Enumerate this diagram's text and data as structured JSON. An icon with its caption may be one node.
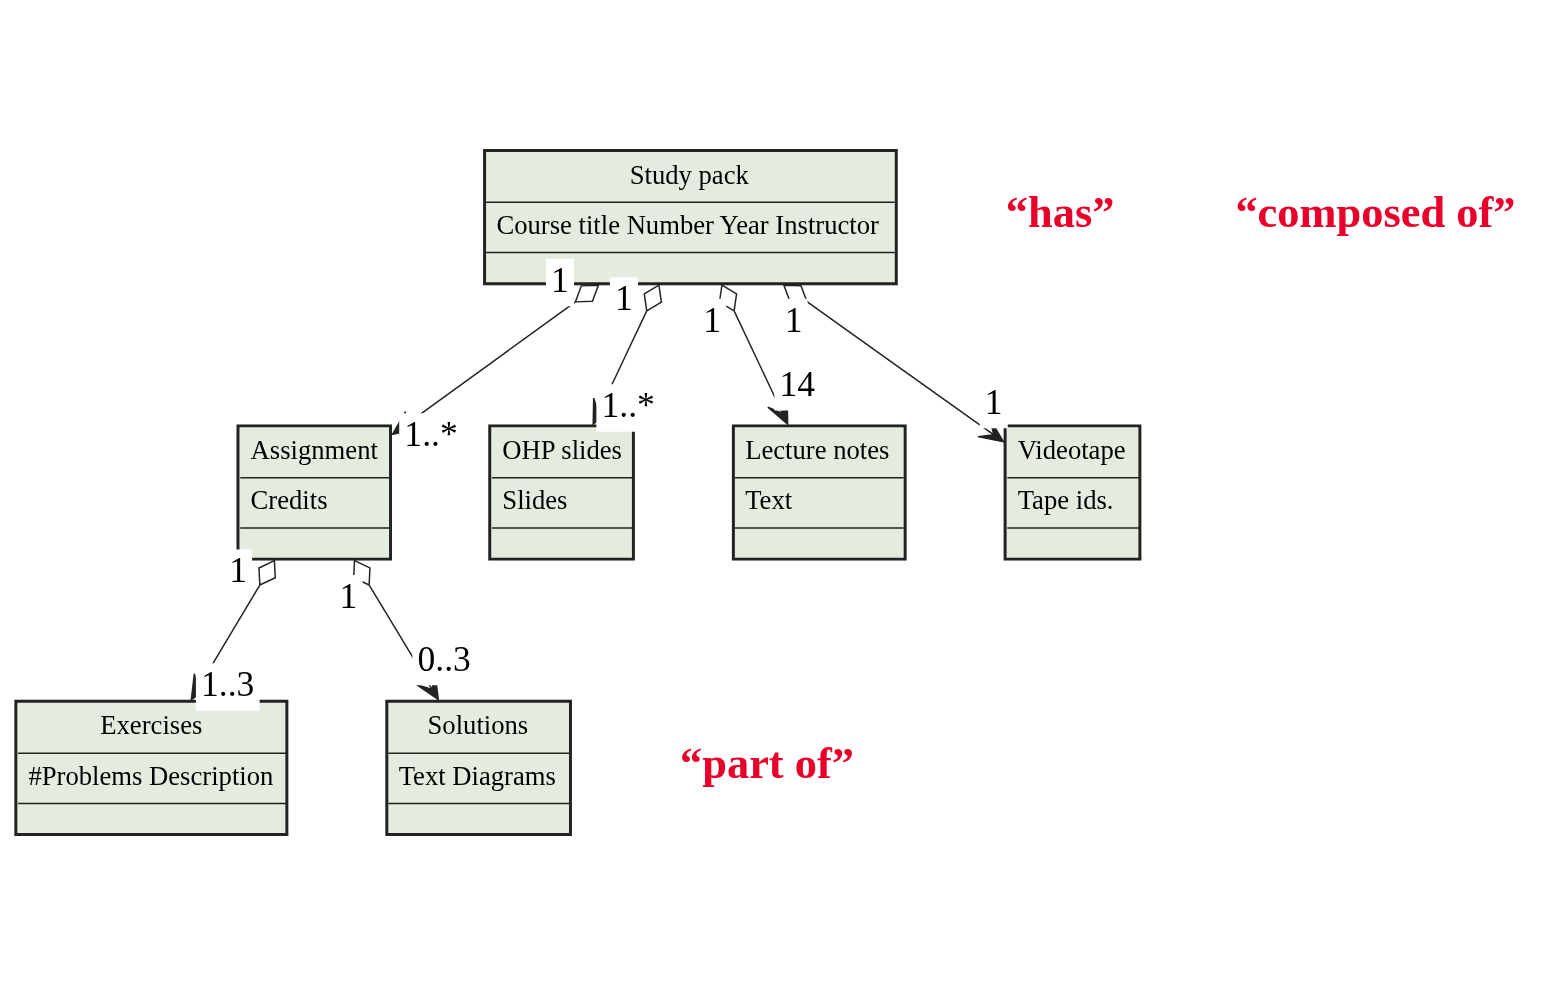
{
  "diagram": {
    "nodes": [
      {
        "text": [
          "Study pack",
          "Course title Number Year Instructor"
        ]
      },
      {
        "text": [
          "Assignment",
          "Credits"
        ]
      },
      {
        "text": [
          "OHP slides",
          "Slides"
        ]
      },
      {
        "text": [
          "Lecture notes",
          "Text"
        ]
      },
      {
        "text": [
          "Videotape",
          "Tape ids."
        ]
      },
      {
        "text": [
          "Exercises",
          "#Problems Description"
        ]
      },
      {
        "text": [
          "Solutions",
          "Text Diagrams"
        ]
      }
    ],
    "edges": [
      {
        "from": 0,
        "to": 1,
        "arrow": "to"
      },
      {
        "from": 0,
        "to": 2,
        "arrow": "to"
      },
      {
        "from": 0,
        "to": 3,
        "arrow": "to"
      },
      {
        "from": 0,
        "to": 4,
        "arrow": "to"
      },
      {
        "from": 1,
        "to": 5,
        "arrow": "to"
      },
      {
        "from": 1,
        "to": 6,
        "arrow": "to"
      }
    ],
    "labels": [
      "“has”",
      "“composed of”",
      "1",
      "1",
      "1",
      "1",
      "1..*",
      "1..*",
      "14",
      "1",
      "1",
      "1",
      "1..3",
      "0..3",
      "“part of”"
    ]
  }
}
